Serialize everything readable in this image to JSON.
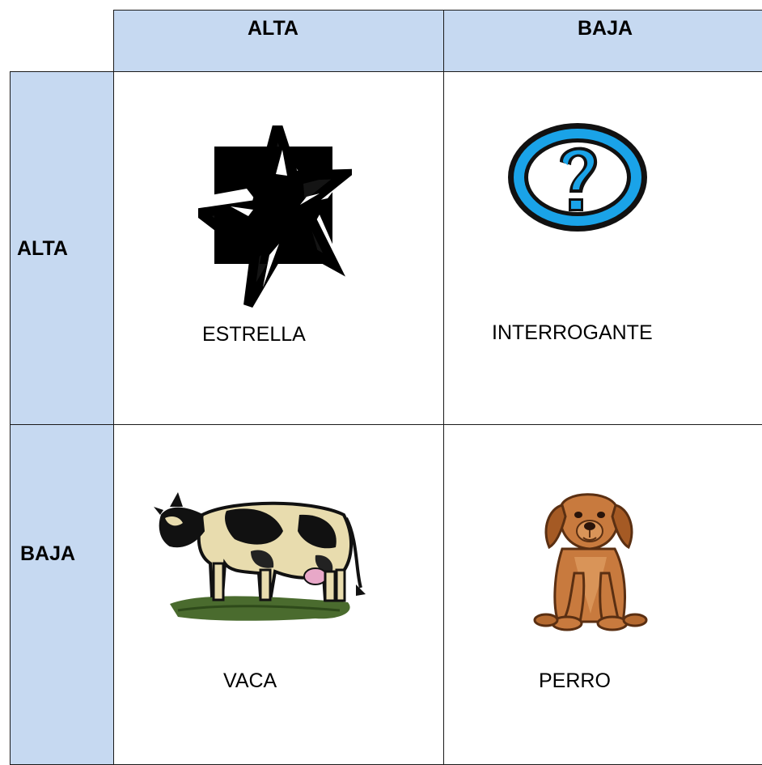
{
  "matrix": {
    "column_headers": [
      "ALTA",
      "BAJA"
    ],
    "row_headers": [
      "ALTA",
      "BAJA"
    ],
    "quadrants": {
      "top_left": {
        "label": "ESTRELLA",
        "icon": "star-icon"
      },
      "top_right": {
        "label": "INTERROGANTE",
        "icon": "question-mark-icon"
      },
      "bottom_left": {
        "label": "VACA",
        "icon": "cow-icon"
      },
      "bottom_right": {
        "label": "PERRO",
        "icon": "dog-icon"
      }
    }
  },
  "colors": {
    "header_fill": "#c6d9f1",
    "border": "#1a1a1a",
    "question_blue": "#1aa3e8",
    "dog_brown": "#c87a3e"
  }
}
